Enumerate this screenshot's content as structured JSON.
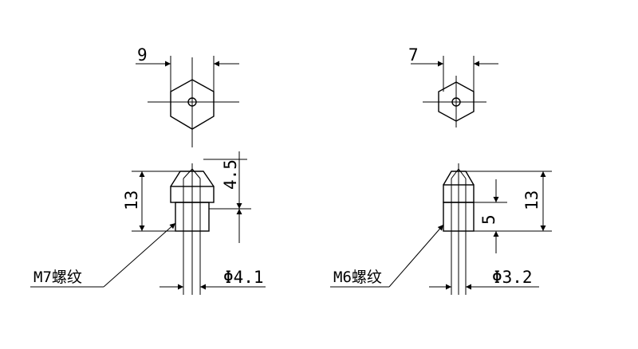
{
  "left": {
    "hex_width_label": "9",
    "height_label": "13",
    "tip_label": "4.5",
    "diameter_label": "Φ4.1",
    "thread_label": "M7螺纹"
  },
  "right": {
    "hex_width_label": "7",
    "height_label": "13",
    "tip_label": "5",
    "diameter_label": "Φ3.2",
    "thread_label": "M6螺纹"
  }
}
